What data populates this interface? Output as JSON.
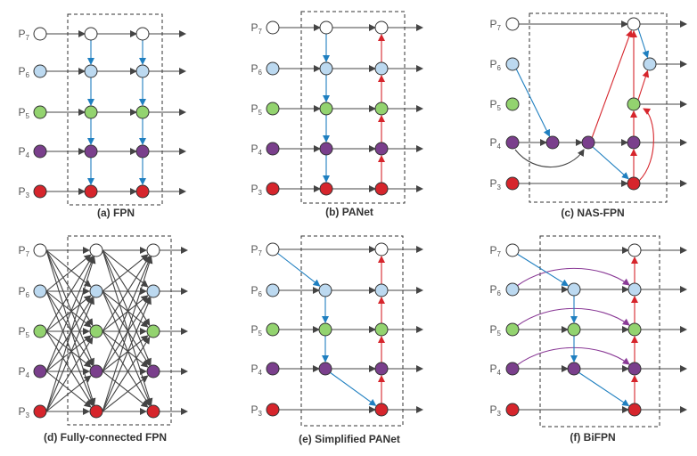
{
  "colors": {
    "P7": "#ffffff",
    "P6": "#bcd9f0",
    "P5": "#93d36f",
    "P4": "#7a3f8c",
    "P3": "#d6252c",
    "stroke": "#333333",
    "forward": "#444444",
    "top_down": "#1f7fc0",
    "bottom_up": "#d6252c",
    "skip": "#8a3a96"
  },
  "level_labels": [
    "P7",
    "P6",
    "P5",
    "P4",
    "P3"
  ],
  "level_base": "P",
  "panels": [
    {
      "id": "fpn",
      "caption": "(a) FPN"
    },
    {
      "id": "panet",
      "caption": "(b) PANet"
    },
    {
      "id": "nasfpn",
      "caption": "(c) NAS-FPN"
    },
    {
      "id": "fc",
      "caption": "(d) Fully-connected FPN"
    },
    {
      "id": "spanet",
      "caption": "(e) Simplified PANet"
    },
    {
      "id": "bifpn",
      "caption": "(f) BiFPN"
    }
  ]
}
